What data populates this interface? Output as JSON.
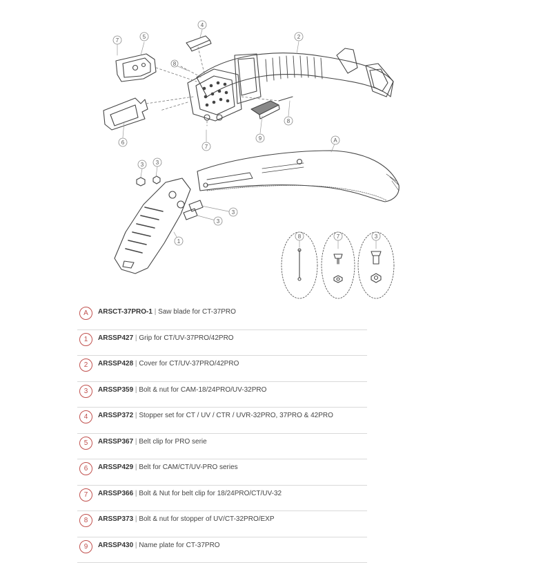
{
  "diagram": {
    "colors": {
      "line": "#444444",
      "accent": "#c0504d",
      "rule": "#d9d9d9"
    },
    "callouts": [
      "1",
      "2",
      "3",
      "4",
      "5",
      "6",
      "7",
      "8",
      "9",
      "A"
    ],
    "detail_callouts": [
      "8",
      "7",
      "3"
    ]
  },
  "parts": [
    {
      "badge": "A",
      "code": "ARSCT-37PRO-1",
      "sep": "|",
      "desc": "Saw blade for CT-37PRO"
    },
    {
      "badge": "1",
      "code": "ARSSP427",
      "sep": "|",
      "desc": "Grip for CT/UV-37PRO/42PRO"
    },
    {
      "badge": "2",
      "code": "ARSSP428",
      "sep": "|",
      "desc": "Cover for CT/UV-37PRO/42PRO"
    },
    {
      "badge": "3",
      "code": "ARSSP359",
      "sep": "|",
      "desc": "Bolt & nut for CAM-18/24PRO/UV-32PRO"
    },
    {
      "badge": "4",
      "code": "ARSSP372",
      "sep": "|",
      "desc": "Stopper set for CT / UV / CTR / UVR-32PRO, 37PRO & 42PRO"
    },
    {
      "badge": "5",
      "code": "ARSSP367",
      "sep": "|",
      "desc": "Belt clip for PRO serie"
    },
    {
      "badge": "6",
      "code": "ARSSP429",
      "sep": "|",
      "desc": "Belt for CAM/CT/UV-PRO series"
    },
    {
      "badge": "7",
      "code": "ARSSP366",
      "sep": "|",
      "desc": "Bolt & Nut for belt clip for 18/24PRO/CT/UV-32"
    },
    {
      "badge": "8",
      "code": "ARSSP373",
      "sep": "|",
      "desc": "Bolt & nut for stopper of UV/CT-32PRO/EXP"
    },
    {
      "badge": "9",
      "code": "ARSSP430",
      "sep": "|",
      "desc": "Name plate for CT-37PRO"
    }
  ]
}
